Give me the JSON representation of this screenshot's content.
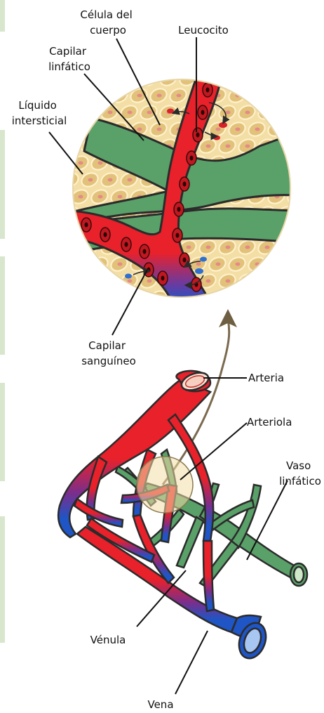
{
  "labels": {
    "celula": [
      "Célula del",
      "cuerpo"
    ],
    "leucocito": "Leucocito",
    "capilar_linfatico": [
      "Capilar",
      "linfático"
    ],
    "liquido": [
      "Líquido",
      "intersticial"
    ],
    "capilar_sanguineo": [
      "Capilar",
      "sanguíneo"
    ],
    "arteria": "Arteria",
    "arteriola": "Arteriola",
    "vaso_linfatico": [
      "Vaso",
      "linfático"
    ],
    "venula": "Vénula",
    "vena": "Vena"
  },
  "colors": {
    "artery_red": "#e8212b",
    "vein_blue": "#1f55c4",
    "lymph_green": "#5aa069",
    "tissue_beige": "#f3dfa6",
    "cell_fill": "#e2c27a",
    "nucleus_pink": "#e58a86",
    "outline": "#2b2b2b",
    "arrow_brown": "#7a6a4e",
    "side_strip": "#d7e6cc"
  }
}
